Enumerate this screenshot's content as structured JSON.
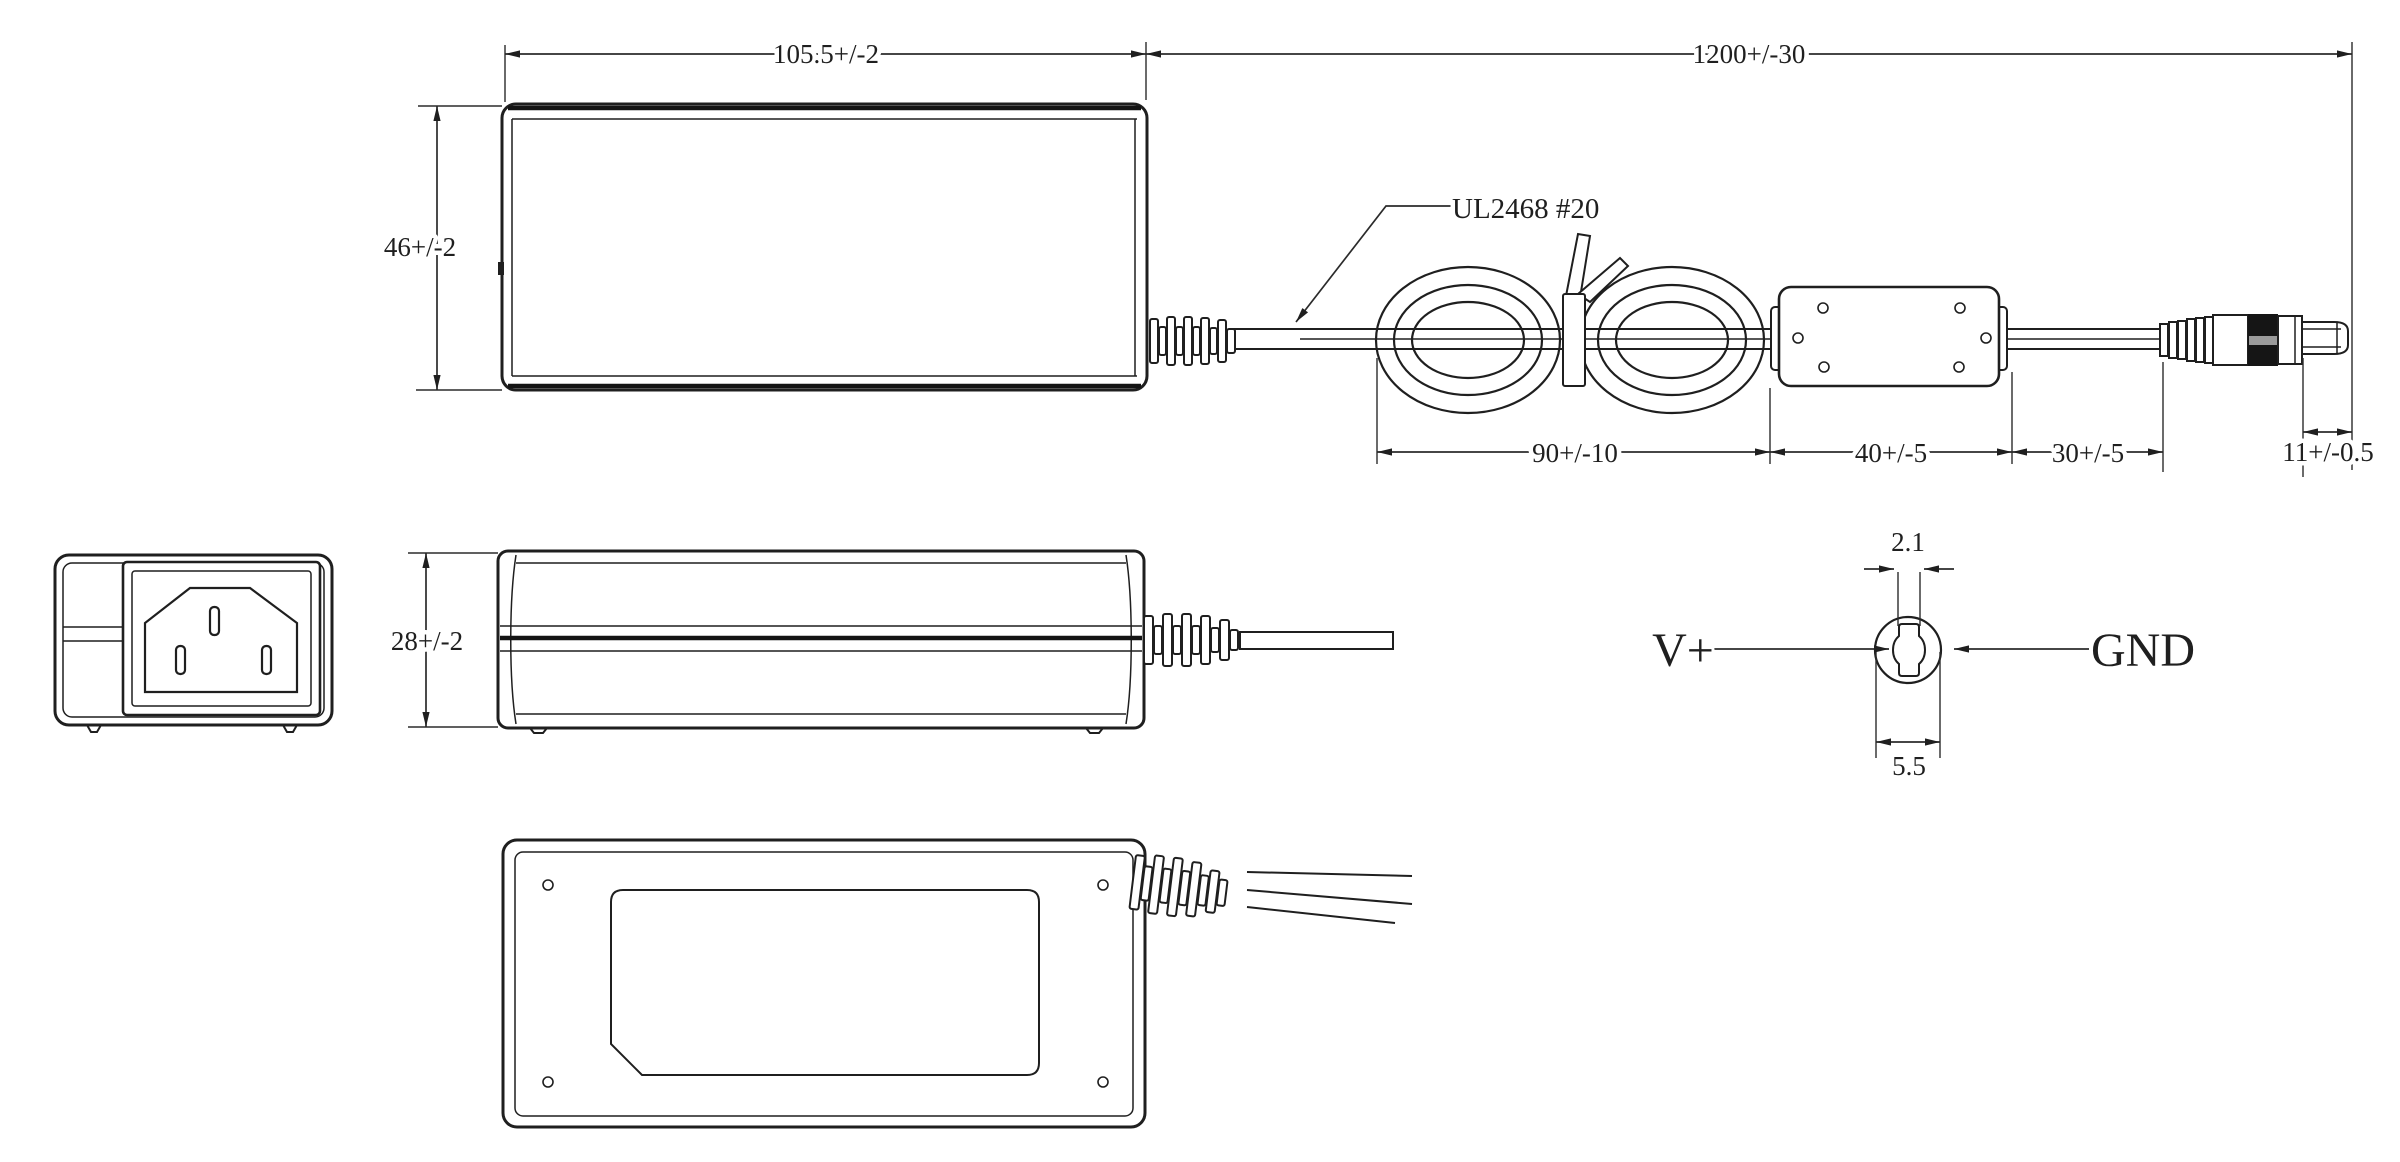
{
  "colors": {
    "ink": "#1f1f1f",
    "paper": "#ffffff",
    "plug_band": "#151515",
    "plug_stripe": "#9a9a9a"
  },
  "top_view": {
    "body_width_dim": "105.5+/-2",
    "cable_length_dim": "1200+/-30",
    "body_height_dim": "46+/-2",
    "cable_spec_label": "UL2468 #20",
    "coil_dim": "90+/-10",
    "filter_box_dim": "40+/-5",
    "lead_dim": "30+/-5",
    "plug_tip_dim": "11+/-0.5"
  },
  "side_view": {
    "thickness_dim": "28+/-2"
  },
  "plug_polarity": {
    "inner_diameter_dim": "2.1",
    "outer_diameter_dim": "5.5",
    "positive_label": "V+",
    "ground_label": "GND"
  }
}
